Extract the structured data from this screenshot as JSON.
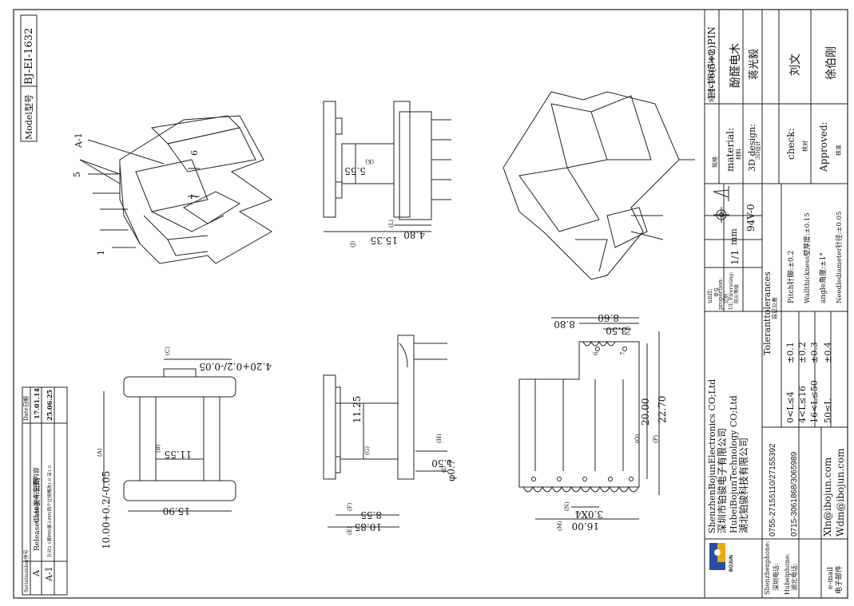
{
  "model": {
    "label": "Model型号",
    "value": "BJ-EI-1632"
  },
  "changes": {
    "header": {
      "serial": "Serialnumber序号",
      "changes": "Changes 变更内容",
      "date": "Date日期"
    },
    "rows": [
      {
        "serial": "A",
        "text": "Releasedate发布日期",
        "date": "17.01.14"
      },
      {
        "serial": "A-1",
        "text": "针对2 1脚PIN脚上PIN两个过线槽改1.0 深1.0",
        "date": "25.06.25"
      }
    ]
  },
  "title_block": {
    "specification": {
      "label": "specification:",
      "sub": "规格",
      "value": "EI-16(5+2)PIN"
    },
    "material": {
      "label": "material:",
      "sub": "材料",
      "value": "酚醛电木"
    },
    "design": {
      "label": "3D design:",
      "sub": "3D设计",
      "value": "蒋光毅"
    },
    "check": {
      "label": "check:",
      "sub": "核对",
      "value": "刘文"
    },
    "approved": {
      "label": "Approved:",
      "sub": "核准",
      "value": "徐伯刚"
    },
    "unit": {
      "label": "unit:",
      "sub": "单位",
      "value": "mm"
    },
    "proportion": {
      "label": "proportion:",
      "sub": "比例",
      "value": "1/1"
    },
    "fire": {
      "label": "UL Firerating:",
      "sub": "防火等级",
      "value": "94V-0"
    },
    "tolerances": {
      "label": "Toleranttolerances",
      "sub": "容忍公差"
    },
    "tol_ranges": [
      "0<L≤4",
      "4<L≤16",
      "16<L≤50",
      "50≤L"
    ],
    "tol_values": [
      "±0.1",
      "±0.2",
      "±0.3",
      "±0.4"
    ],
    "pitch": "Pitch针脚:±0.2",
    "wall": "Wallthickness壁厚度:±0.15",
    "angle": "angle角度:±1°",
    "needle": "Needlediameter针径:±0.05",
    "companies": [
      "ShenzhenBojunElectronics CO;Ltd",
      "深圳市铂骏电子有限公司",
      "HubeiBojunTechnology CO;Ltd",
      "湖北铂骏科技有限公司"
    ],
    "sz_phone": {
      "label": "Shenzhenphone:",
      "sub": "深圳电话:",
      "value": "0755-27155110/27155392"
    },
    "hb_phone": {
      "label": "Hubeiphone:",
      "sub": "湖北电话:",
      "value": "0715-3061868/3065989"
    },
    "email": {
      "label": "e-mail",
      "sub": "电子邮件",
      "values": [
        "Xln@ibojun.com",
        "Wdm@ibojun.com"
      ]
    },
    "logo_text": "BOJUN"
  },
  "dims": {
    "d_555": "5.55",
    "d_K": "(K)",
    "d_1535": "15.35",
    "d_J": "(J)",
    "d_480": "4.80",
    "d_L": "(L)",
    "d_420": "4.20+0.2/-0.05",
    "d_C": "(C)",
    "d_1000": "10.00+0.2/-0.05",
    "d_A": "(A)",
    "d_1155": "11.55",
    "d_B": "(B)",
    "d_1590": "15.90",
    "d_1125": "11.25",
    "d_G": "(G)",
    "d_150": "1.50",
    "d_H": "(H)",
    "d_07": "φ0.7",
    "d_I": "(I)",
    "d_855": "8.55",
    "d_F": "(F)",
    "d_1085": "10.85",
    "d_E": "(E)",
    "d_880": "8.80",
    "d_860": "8.60",
    "d_350": "3.50",
    "d_Q": "(Q)",
    "d_2000": "20.00",
    "d_O": "(O)",
    "d_2270": "22.70",
    "d_P": "(P)",
    "d_30x4": "3.0X4",
    "d_N": "(N)",
    "d_1600": "16.00",
    "d_M": "(M)",
    "callout_a1": "A-1",
    "pin_5": "5",
    "pin_1": "1",
    "pin_6": "6",
    "pin_7": "7",
    "pin_6b": "6",
    "pin_7b": "7"
  }
}
